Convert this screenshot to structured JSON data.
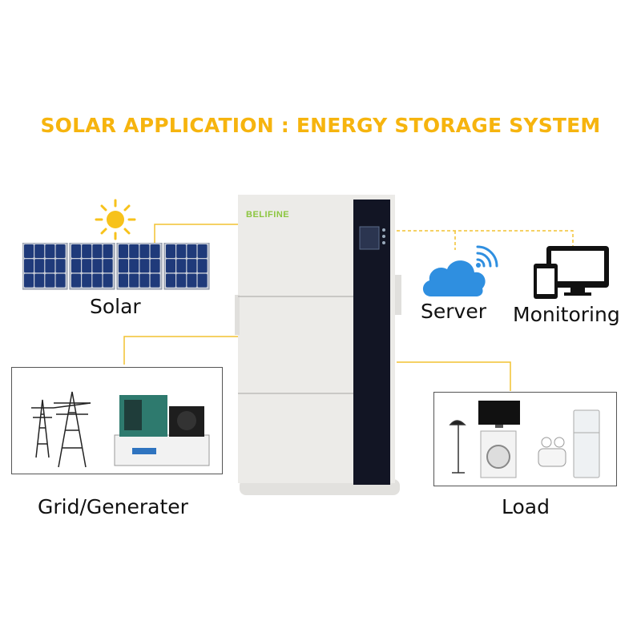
{
  "title": "SOLAR APPLICATION : ENERGY STORAGE SYSTEM",
  "brand": "BELIFINE",
  "labels": {
    "solar": "Solar",
    "server": "Server",
    "monitoring": "Monitoring",
    "grid": "Grid/Generater",
    "load": "Load"
  },
  "colors": {
    "title": "#f6b40e",
    "connector": "#f2c230",
    "brand": "#8cc63f",
    "panel": "#1f3a7a",
    "cloud": "#2f8fe0",
    "battery_body": "#ecebe8",
    "battery_stripe": "#121524"
  },
  "icons": [
    "sun-icon",
    "solar-panel-icon",
    "cloud-icon",
    "wifi-icon",
    "tablet-icon",
    "monitor-icon",
    "power-tower-icon",
    "generator-icon",
    "lamp-icon",
    "tv-icon",
    "washing-machine-icon",
    "humidifier-icon",
    "refrigerator-icon"
  ]
}
